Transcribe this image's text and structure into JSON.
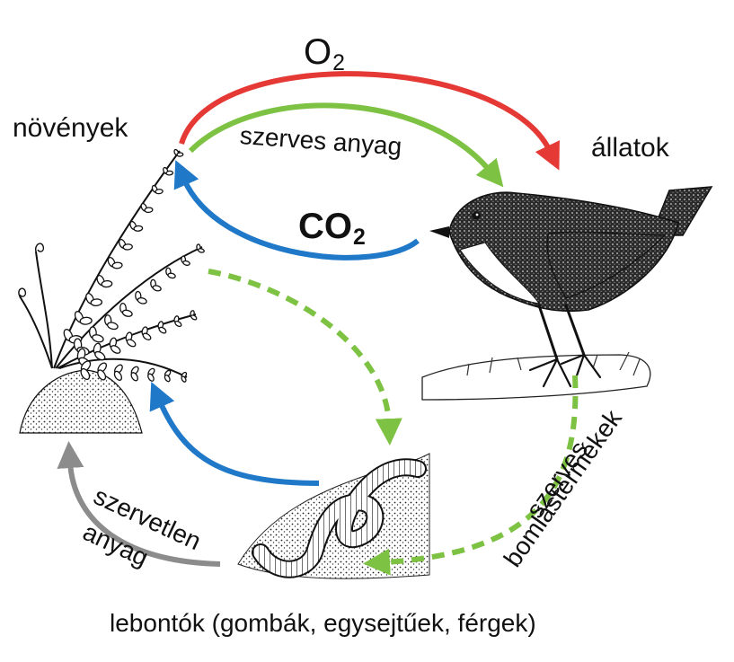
{
  "labels": {
    "plants": "növények",
    "animals": "állatok",
    "o2": {
      "main": "O",
      "sub": "2"
    },
    "organic_matter": "szerves anyag",
    "co2": {
      "main": "CO",
      "sub": "2"
    },
    "inorganic_line1": "szervetlen",
    "inorganic_line2": "anyag",
    "decomposition_line1": "szerves",
    "decomposition_line2": "bomlástermékek",
    "decomposers": "lebontók (gombák, egysejtűek, férgek)"
  },
  "colors": {
    "oxygen_arrow": "#e53935",
    "organic_arrow": "#7dc242",
    "co2_arrow": "#1f78c8",
    "inorganic_arrow": "#8c8c8c"
  },
  "icons": [
    "fern-plant-illustration",
    "bird-illustration",
    "earthworm-illustration"
  ]
}
